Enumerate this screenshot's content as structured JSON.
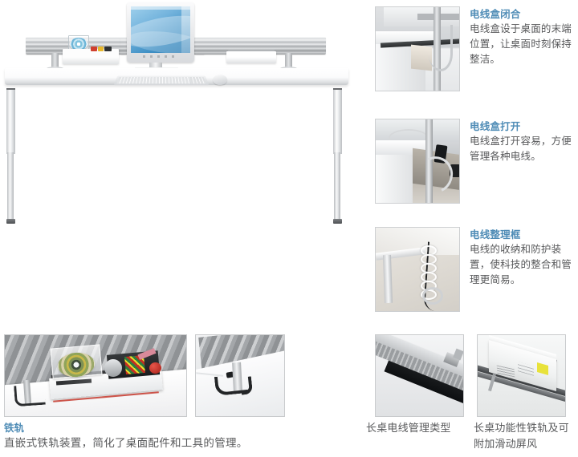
{
  "hero": {
    "alt": "white-height-adjustable-desk-with-monitor-keyboard-and-rail-accessories"
  },
  "features": [
    {
      "thumb_name": "cable-box-closed-photo",
      "title": "电线盒闭合",
      "body": "电线盒设于桌面的末端位置，让桌面时刻保持整洁。"
    },
    {
      "thumb_name": "cable-box-open-photo",
      "title": "电线盒打开",
      "body": "电线盒打开容易，方便管理各种电线。"
    },
    {
      "thumb_name": "cable-spine-photo",
      "title": "电线整理框",
      "body": "电线的收纳和防护装置，使科技的整合和管理更简易。"
    }
  ],
  "rail_feature": {
    "photo_main_name": "rail-tray-with-cds-photo",
    "photo_secondary_name": "rail-hook-photo",
    "title": "铁轨",
    "body": "直嵌式铁轨装置，简化了桌面配件和工具的管理。"
  },
  "bottom_right": [
    {
      "photo_name": "long-desk-cable-management-photo",
      "caption": "长桌电线管理类型"
    },
    {
      "photo_name": "long-desk-functional-rail-photo",
      "caption": "长桌功能性铁轨及可附加滑动屏风"
    }
  ],
  "colors": {
    "heading": "#4f8cb6",
    "body_text": "#58595b",
    "background": "#ffffff",
    "image_border": "#cdcfd1"
  }
}
